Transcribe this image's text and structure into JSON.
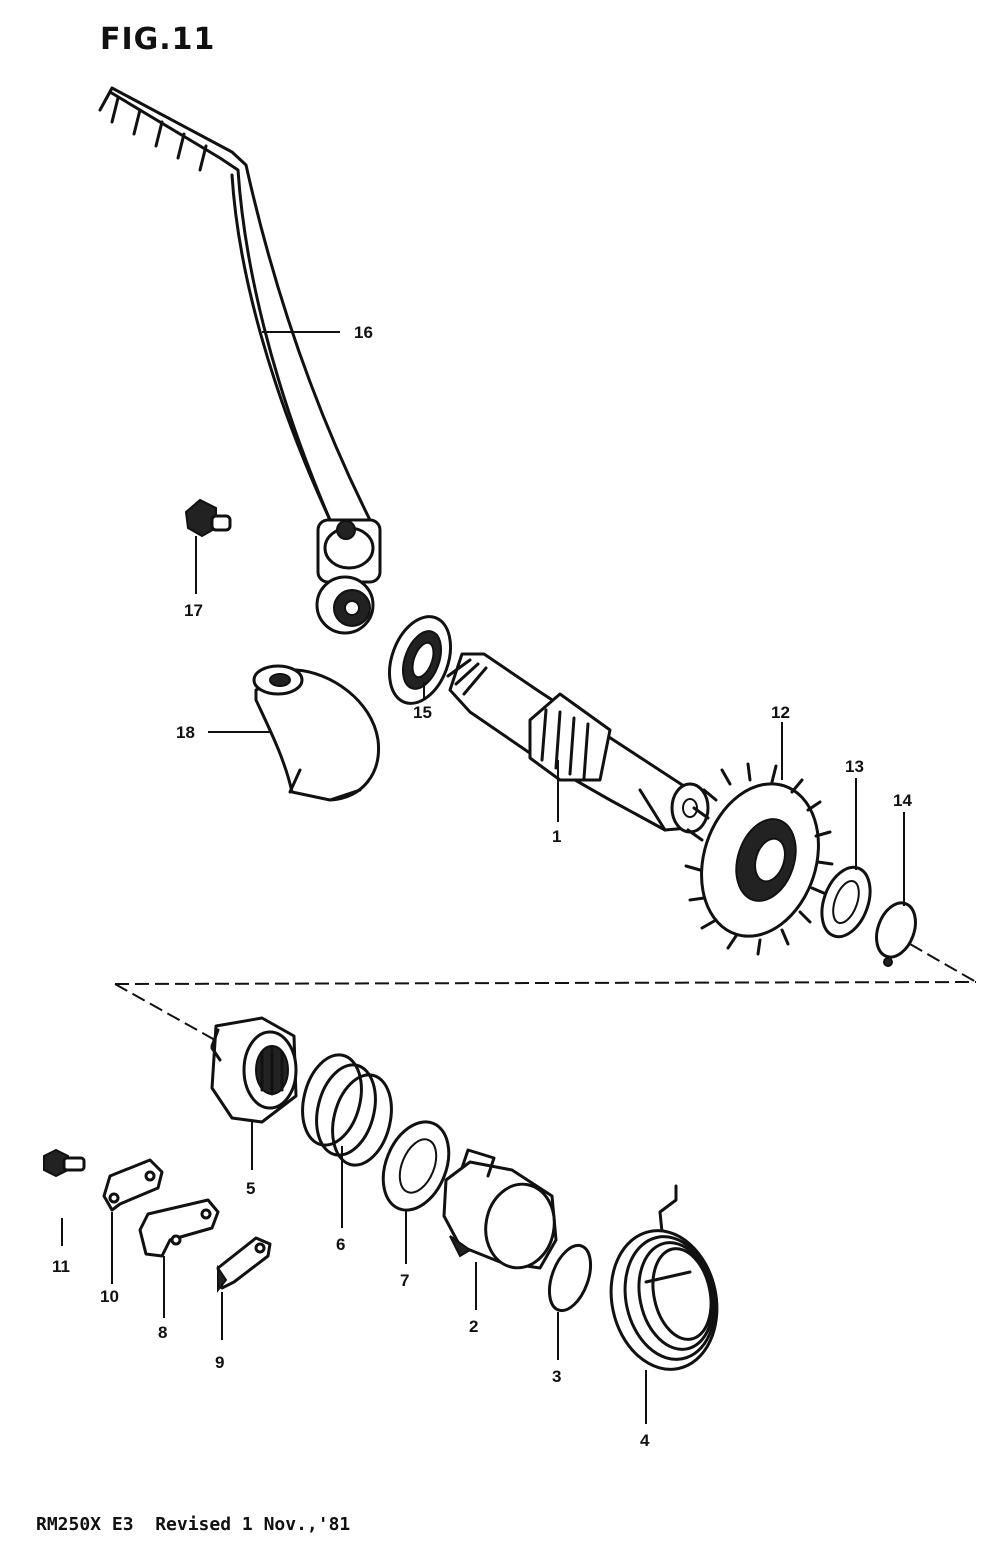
{
  "figure": {
    "title": "FIG.11",
    "footer": "RM250X E3  Revised 1 Nov.,'81"
  },
  "parts": [
    {
      "id": "1"
    },
    {
      "id": "2"
    },
    {
      "id": "3"
    },
    {
      "id": "4"
    },
    {
      "id": "5"
    },
    {
      "id": "6"
    },
    {
      "id": "7"
    },
    {
      "id": "8"
    },
    {
      "id": "9"
    },
    {
      "id": "10"
    },
    {
      "id": "11"
    },
    {
      "id": "12"
    },
    {
      "id": "13"
    },
    {
      "id": "14"
    },
    {
      "id": "15"
    },
    {
      "id": "16"
    },
    {
      "id": "17"
    },
    {
      "id": "18"
    }
  ]
}
